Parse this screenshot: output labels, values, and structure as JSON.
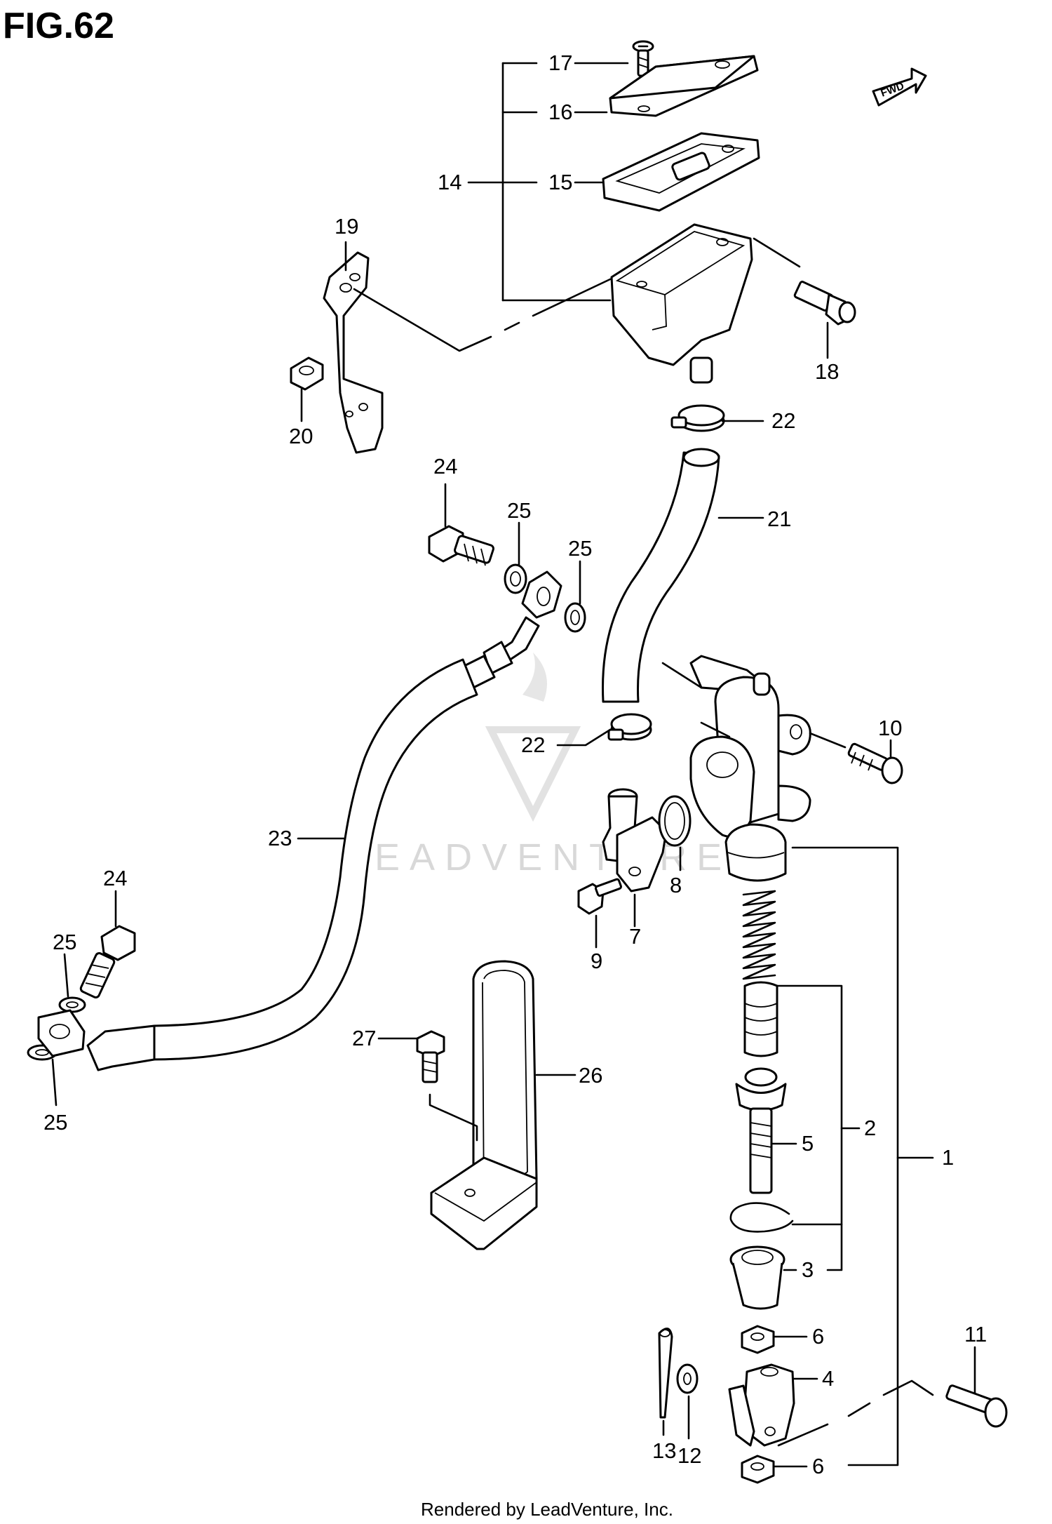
{
  "figure": {
    "title": "FIG.62",
    "footer": "Rendered by LeadVenture, Inc.",
    "watermark": "LEADVENTURE",
    "fwd_badge": "FWD"
  },
  "callouts": {
    "c1": "1",
    "c2": "2",
    "c3": "3",
    "c4": "4",
    "c5": "5",
    "c6a": "6",
    "c6b": "6",
    "c7": "7",
    "c8": "8",
    "c9": "9",
    "c10": "10",
    "c11": "11",
    "c12": "12",
    "c13": "13",
    "c14": "14",
    "c15": "15",
    "c16": "16",
    "c17": "17",
    "c18": "18",
    "c19": "19",
    "c20": "20",
    "c21": "21",
    "c22a": "22",
    "c22b": "22",
    "c23": "23",
    "c24a": "24",
    "c24b": "24",
    "c25a": "25",
    "c25b": "25",
    "c25c": "25",
    "c25d": "25",
    "c26": "26",
    "c27": "27"
  }
}
